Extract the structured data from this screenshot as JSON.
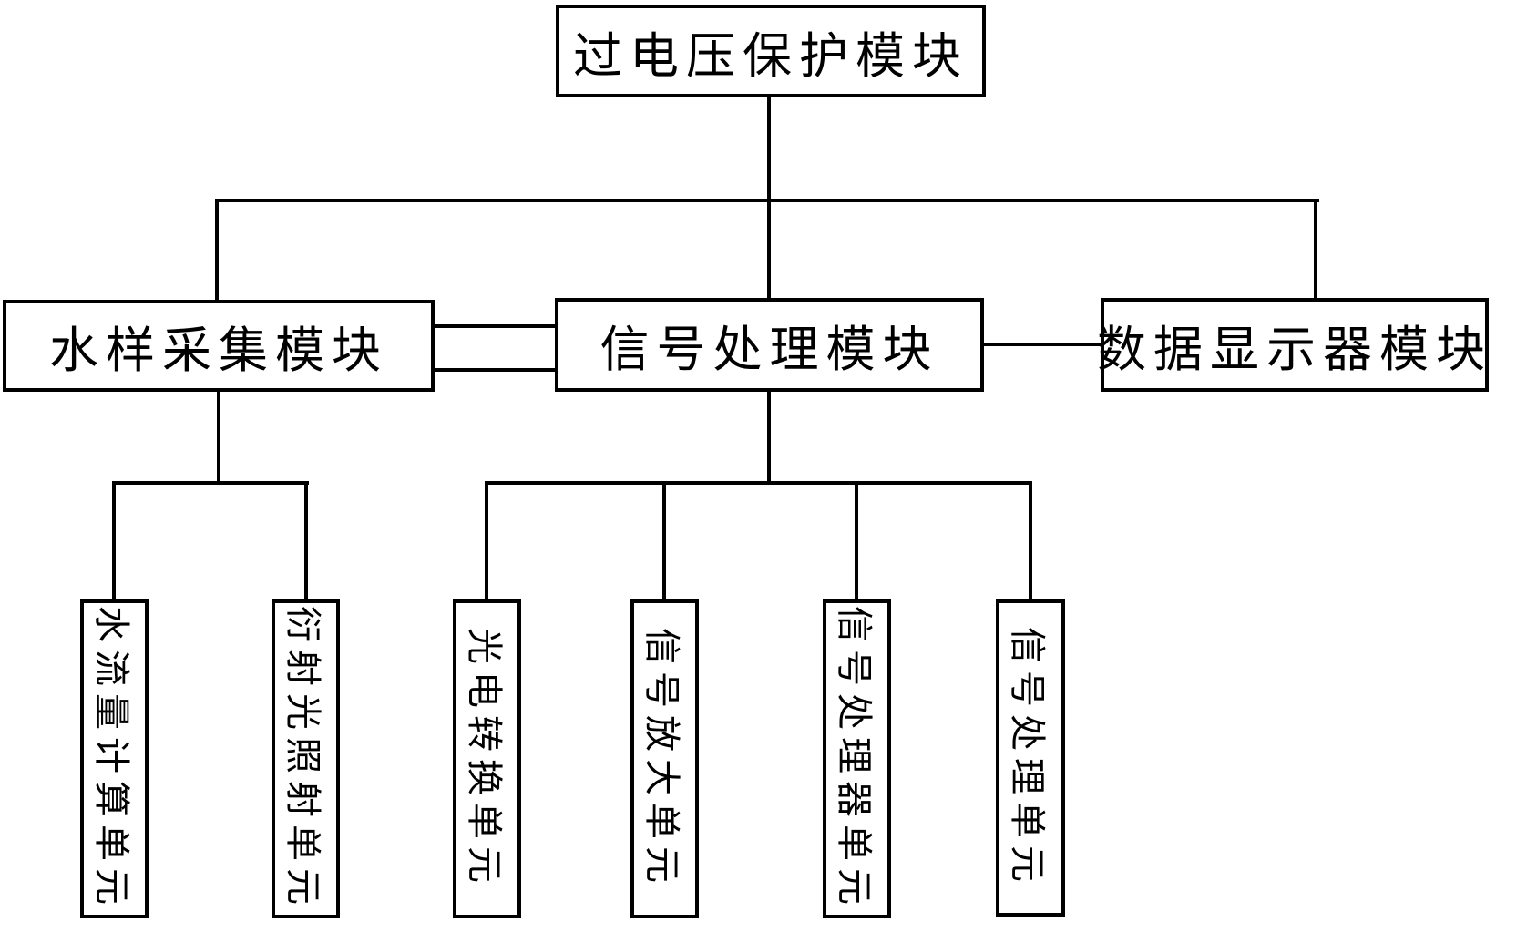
{
  "diagram": {
    "background_color": "#ffffff",
    "line_color": "#000000",
    "text_color": "#000000",
    "top_module": {
      "label": "过电压保护模块"
    },
    "modules": [
      {
        "label": "水样采集模块"
      },
      {
        "label": "信号处理模块"
      },
      {
        "label": "数据显示器模块"
      }
    ],
    "units": [
      {
        "label": "水流量计算单元",
        "parent": "水样采集模块"
      },
      {
        "label": "衍射光照射单元",
        "parent": "水样采集模块"
      },
      {
        "label": "光电转换单元",
        "parent": "信号处理模块"
      },
      {
        "label": "信号放大单元",
        "parent": "信号处理模块"
      },
      {
        "label": "信号处理器单元",
        "parent": "信号处理模块"
      },
      {
        "label": "信号处理单元",
        "parent": "信号处理模块"
      }
    ],
    "connections": [
      {
        "from": "过电压保护模块",
        "to": "水样采集模块",
        "style": "single"
      },
      {
        "from": "过电压保护模块",
        "to": "信号处理模块",
        "style": "single"
      },
      {
        "from": "过电压保护模块",
        "to": "数据显示器模块",
        "style": "single"
      },
      {
        "from": "水样采集模块",
        "to": "信号处理模块",
        "style": "double"
      },
      {
        "from": "信号处理模块",
        "to": "数据显示器模块",
        "style": "single"
      }
    ]
  }
}
